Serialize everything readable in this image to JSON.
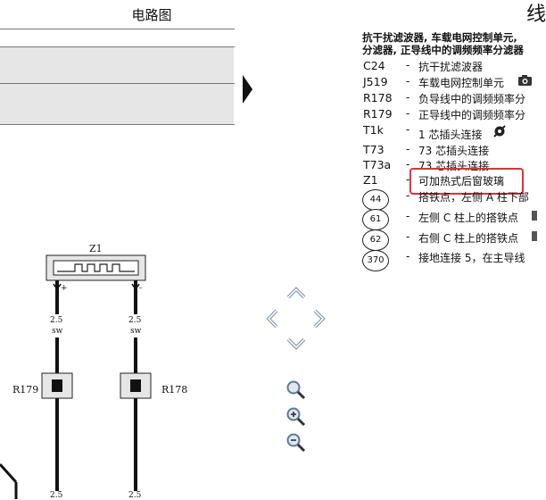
{
  "header": {
    "title": "电路图",
    "title_right": "线"
  },
  "legend": {
    "heading_line1": "抗干扰滤波器, 车载电网控制单元,",
    "heading_line2": "分滤器, 正导线中的调频频率分滤器",
    "items": [
      {
        "code": "C24",
        "desc": "抗干扰滤波器"
      },
      {
        "code": "J519",
        "desc": "车载电网控制单元"
      },
      {
        "code": "R178",
        "desc": "负导线中的调频频率分"
      },
      {
        "code": "R179",
        "desc": "正导线中的调频频率分"
      },
      {
        "code": "T1k",
        "desc": "1 芯插头连接"
      },
      {
        "code": "T73",
        "desc": "73 芯插头连接"
      },
      {
        "code": "T73a",
        "desc": "73 芯插头连接"
      },
      {
        "code": "Z1",
        "desc": "可加热式后窗玻璃"
      }
    ],
    "grounds": [
      {
        "num": "44",
        "desc": "搭铁点，左侧 A 柱下部"
      },
      {
        "num": "61",
        "desc": "左侧 C 柱上的搭铁点"
      },
      {
        "num": "62",
        "desc": "右侧 C 柱上的搭铁点"
      },
      {
        "num": "370",
        "desc": "接地连接 5，在主导线"
      }
    ]
  },
  "diagram": {
    "z1_label": "Z1",
    "plus": "+",
    "minus": "-",
    "wire_left_size": "2.5",
    "wire_left_color": "sw",
    "wire_right_size": "2.5",
    "wire_right_color": "sw",
    "r179_label": "R179",
    "r178_label": "R178",
    "bottom_left": "2.5",
    "bottom_right": "2.5"
  },
  "colors": {
    "highlight": "#e2303a",
    "band": "#e6e6e6"
  },
  "icons": [
    "camera-icon",
    "connector-icon",
    "nav-up-icon",
    "nav-left-icon",
    "nav-right-icon",
    "nav-down-icon",
    "zoom-fit-icon",
    "zoom-in-icon",
    "zoom-out-icon"
  ]
}
